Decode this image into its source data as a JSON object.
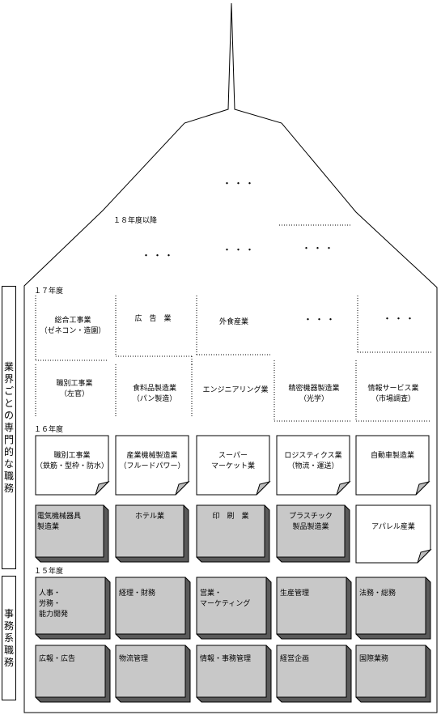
{
  "side_labels": {
    "specialized": "業界ごとの専門的な職務",
    "clerical": "事務系職務"
  },
  "years": {
    "y18": "１８年度以降",
    "y17": "１７年度",
    "y16": "１６年度",
    "y15": "１５年度"
  },
  "ellipsis": "・・・",
  "y17_row1": [
    "総合工事業|（ゼネコン・造園）",
    "広　告　業",
    "外食産業",
    "",
    ""
  ],
  "y17_row2": [
    "職別工事業|（左官）",
    "食料品製造業|（パン製造）",
    "エンジニアリング業",
    "精密機器製造業|（光学）",
    "情報サービス業|（市場調査）"
  ],
  "y16_row1": [
    "職別工事業|（鉄筋・型枠・防水）",
    "産業機械製造業|（フルードパワー）",
    "スーパー|マーケット業",
    "ロジスティクス業|（物流・運送）",
    "自動車製造業"
  ],
  "y16_row2": [
    "電気機械器具|製造業",
    "ホテル業",
    "印　刷　業",
    "プラスチック|製品製造業",
    "アパレル産業"
  ],
  "y15_row1": [
    "人事・|労務・|能力開発",
    "経理・財務",
    "営業・|マーケティング",
    "生産管理",
    "法務・総務"
  ],
  "y15_row2": [
    "広報・広告",
    "物流管理",
    "情報・事務管理",
    "経営企画",
    "国際業務"
  ]
}
